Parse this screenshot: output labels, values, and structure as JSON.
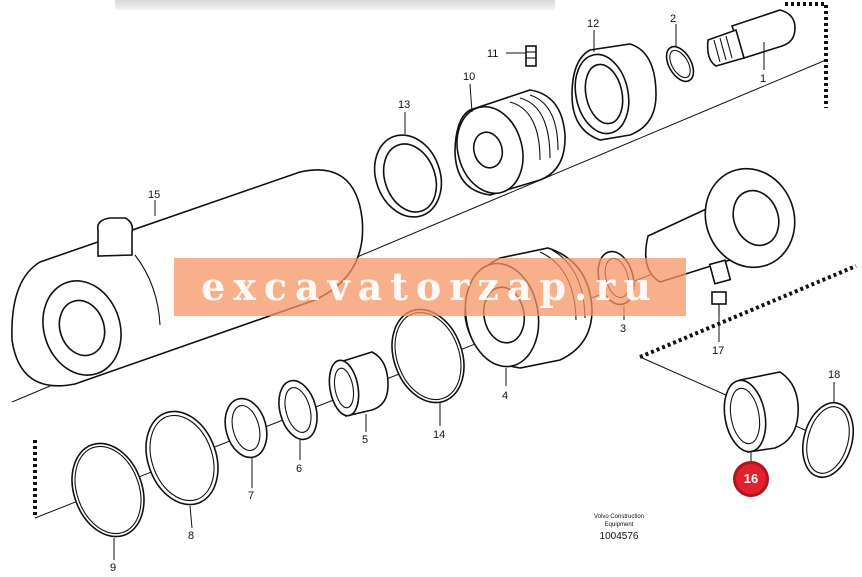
{
  "diagram": {
    "labels": {
      "p1": "1",
      "p2": "2",
      "p3": "3",
      "p4": "4",
      "p5": "5",
      "p6": "6",
      "p7": "7",
      "p8": "8",
      "p9": "9",
      "p10": "10",
      "p11": "11",
      "p12": "12",
      "p13": "13",
      "p14": "14",
      "p15": "15",
      "p17": "17",
      "p18": "18"
    },
    "highlight": {
      "label": "16",
      "color": "#e3202c"
    },
    "watermark": "excavatorzap.ru",
    "manufacturer": "Volvo Construction Equipment",
    "document_number": "1004576"
  }
}
